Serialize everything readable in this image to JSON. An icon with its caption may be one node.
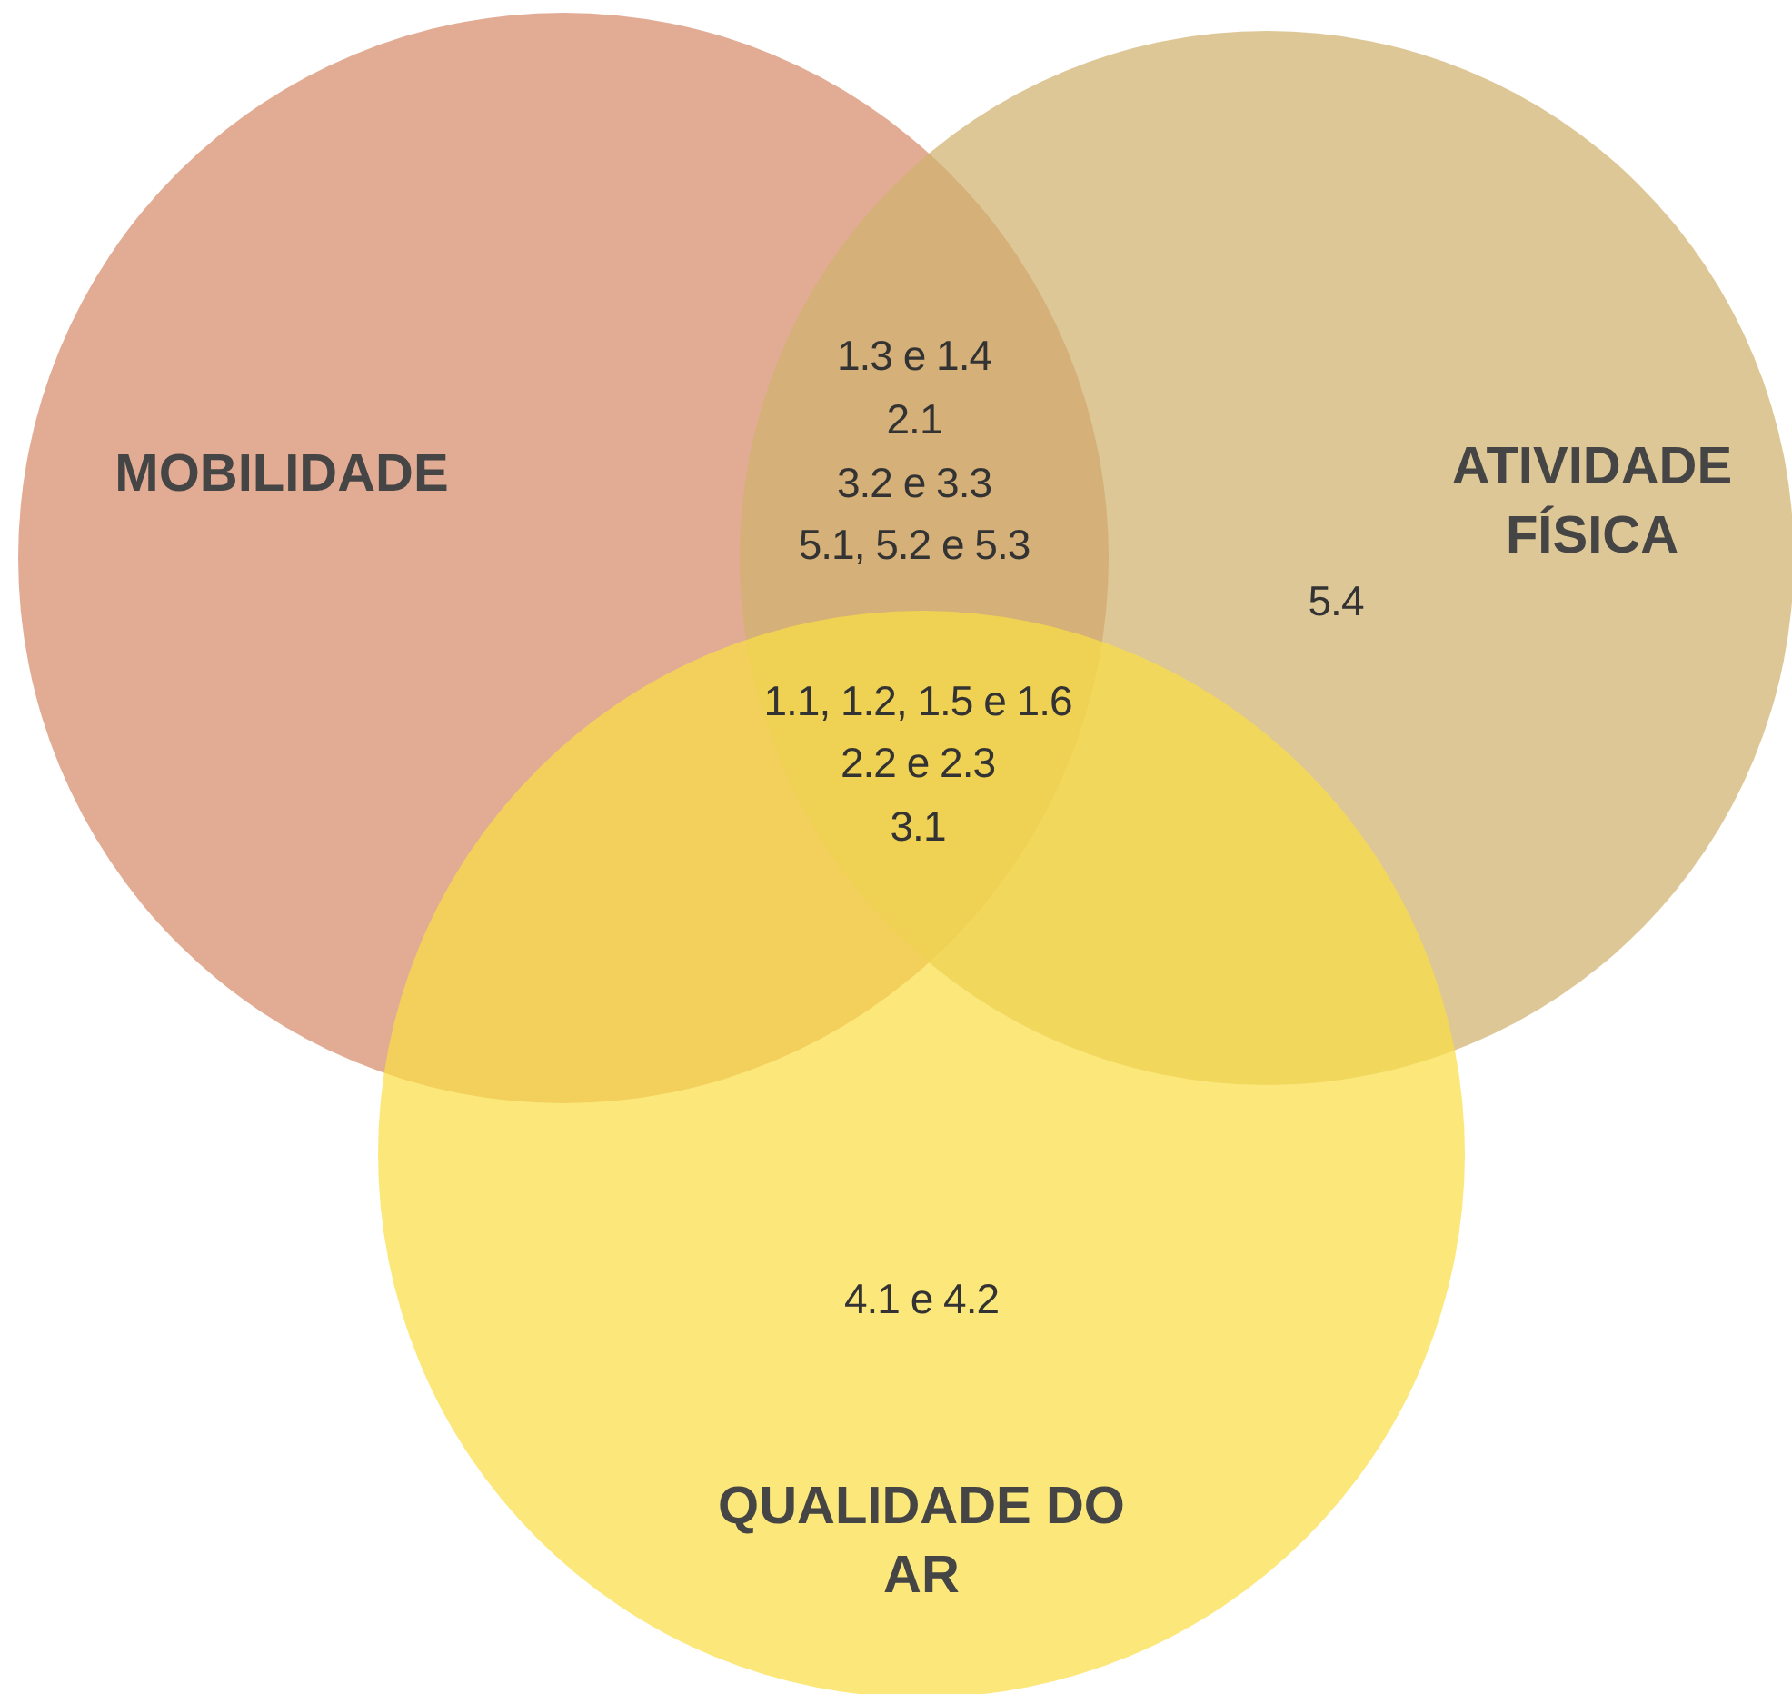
{
  "diagram": {
    "nodes": [
      {
        "text": [
          "MOBILIDADE"
        ]
      },
      {
        "text": [
          "ATIVIDADE FÍSICA"
        ]
      },
      {
        "text": [
          "QUALIDADE DO AR"
        ]
      }
    ],
    "edges": [],
    "labels": [
      "1.3 e 1.4",
      "2.1",
      "3.2 e 3.3",
      "5.1, 5.2 e 5.3",
      "5.4",
      "1.1, 1.2, 1.5 e 1.6",
      "2.2 e 2.3",
      "3.1",
      "4.1 e 4.2"
    ]
  }
}
